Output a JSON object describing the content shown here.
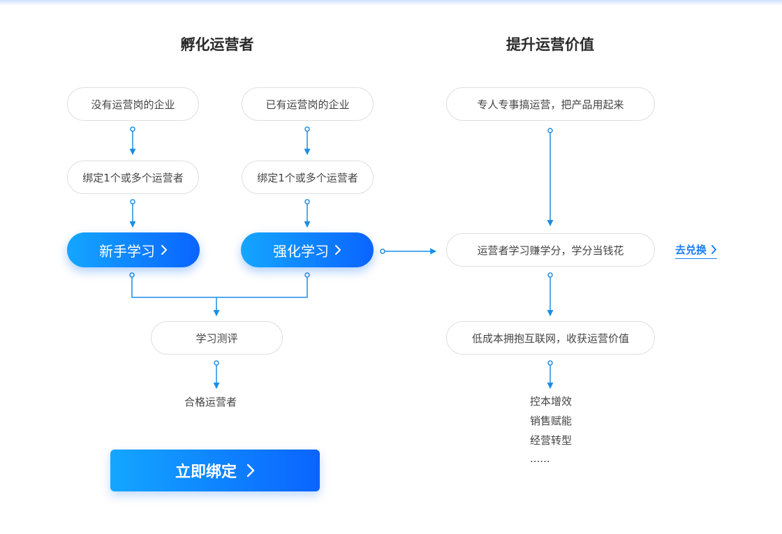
{
  "headings": {
    "left": "孵化运营者",
    "right": "提升运营价值"
  },
  "left_flow": {
    "no_ops_enterprise": "没有运营岗的企业",
    "has_ops_enterprise": "已有运营岗的企业",
    "bind_operators_a": "绑定1个或多个运营者",
    "bind_operators_b": "绑定1个或多个运营者",
    "beginner_button": "新手学习",
    "advanced_button": "强化学习",
    "assessment": "学习测评",
    "qualified": "合格运营者"
  },
  "right_flow": {
    "dedicated": "专人专事搞运营，把产品用起来",
    "earn_points": "运营者学习赚学分，学分当钱花",
    "low_cost": "低成本拥抱互联网，收获运营价值",
    "redeem_link": "去兑换",
    "benefits": [
      "控本增效",
      "销售赋能",
      "经营转型",
      "......"
    ]
  },
  "cta": {
    "bind_now": "立即绑定"
  },
  "colors": {
    "accent": "#0a64ff",
    "accent_light": "#14a6ff",
    "connector": "#1a8ee6",
    "link": "#1a7df5"
  }
}
